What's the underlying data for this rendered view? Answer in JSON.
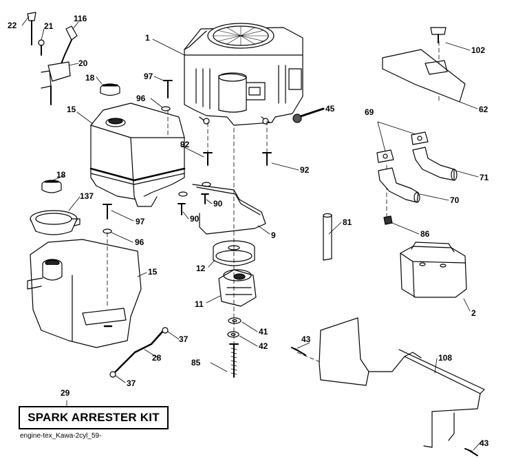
{
  "diagram": {
    "kit_label": "SPARK ARRESTER KIT",
    "caption": "engine-tex_Kawa-2cyl_59-",
    "labels": {
      "l1": "1",
      "l2": "2",
      "l9": "9",
      "l11": "11",
      "l12": "12",
      "l15a": "15",
      "l15b": "15",
      "l18a": "18",
      "l18b": "18",
      "l20": "20",
      "l21": "21",
      "l22": "22",
      "l28": "28",
      "l29": "29",
      "l37a": "37",
      "l37b": "37",
      "l41": "41",
      "l42": "42",
      "l43a": "43",
      "l43b": "43",
      "l45": "45",
      "l62": "62",
      "l69": "69",
      "l70": "70",
      "l71": "71",
      "l81": "81",
      "l85": "85",
      "l86": "86",
      "l90a": "90",
      "l90b": "90",
      "l92a": "92",
      "l92b": "92",
      "l96a": "96",
      "l96b": "96",
      "l97a": "97",
      "l97b": "97",
      "l102": "102",
      "l108": "108",
      "l116": "116",
      "l137": "137"
    }
  }
}
